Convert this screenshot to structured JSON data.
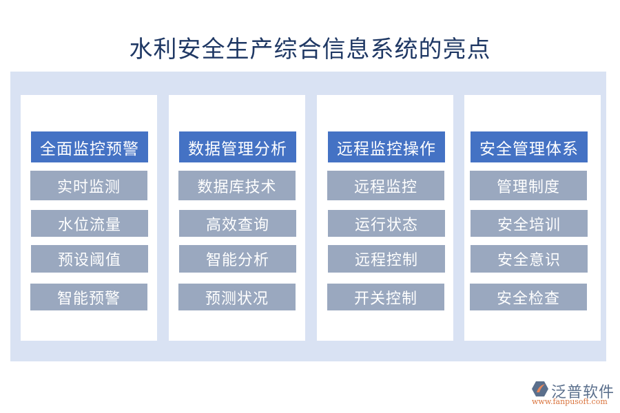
{
  "title": "水利安全生产综合信息系统的亮点",
  "colors": {
    "panel_bg": "#d9e2f3",
    "header_bg": "#4472c4",
    "item_bg": "#9aa8bf",
    "title": "#1f3864"
  },
  "columns": [
    {
      "header": "全面监控预警",
      "items": [
        "实时监测",
        "水位流量",
        "预设阈值",
        "智能预警"
      ]
    },
    {
      "header": "数据管理分析",
      "items": [
        "数据库技术",
        "高效查询",
        "智能分析",
        "预测状况"
      ]
    },
    {
      "header": "远程监控操作",
      "items": [
        "远程监控",
        "运行状态",
        "远程控制",
        "开关控制"
      ]
    },
    {
      "header": "安全管理体系",
      "items": [
        "管理制度",
        "安全培训",
        "安全意识",
        "安全检查"
      ]
    }
  ],
  "logo": {
    "name": "泛普软件",
    "url": "www.fanpusoft.com",
    "icon": "fanpu-logo-icon"
  }
}
